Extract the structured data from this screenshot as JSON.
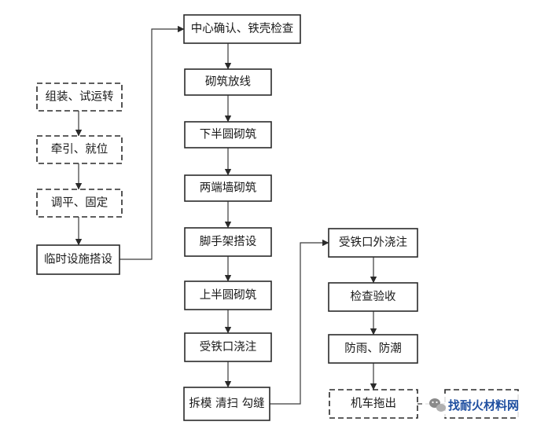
{
  "flowchart": {
    "center_column": [
      {
        "id": "center-check",
        "label": "中心确认、铁壳检查"
      },
      {
        "id": "layout-lines",
        "label": "砌筑放线"
      },
      {
        "id": "lower-half",
        "label": "下半圆砌筑"
      },
      {
        "id": "end-walls",
        "label": "两端墙砌筑"
      },
      {
        "id": "scaffold",
        "label": "脚手架搭设"
      },
      {
        "id": "upper-half",
        "label": "上半圆砌筑"
      },
      {
        "id": "tap-pour",
        "label": "受铁口浇注"
      },
      {
        "id": "demould",
        "label": "拆模 清扫 勾缝"
      }
    ],
    "left_column": [
      {
        "id": "assemble",
        "label": "组装、试运转"
      },
      {
        "id": "traction",
        "label": "牵引、就位"
      },
      {
        "id": "level",
        "label": "调平、固定"
      },
      {
        "id": "temp-setup",
        "label": "临时设施搭设"
      }
    ],
    "right_column": [
      {
        "id": "outer-pour",
        "label": "受铁口外浇注"
      },
      {
        "id": "inspect",
        "label": "检查验收"
      },
      {
        "id": "weather",
        "label": "防雨、防潮"
      },
      {
        "id": "locomotive",
        "label": "机车拖出"
      }
    ]
  },
  "watermark": {
    "text": "找耐火材料网",
    "icon": "wechat-bubble-icon"
  }
}
